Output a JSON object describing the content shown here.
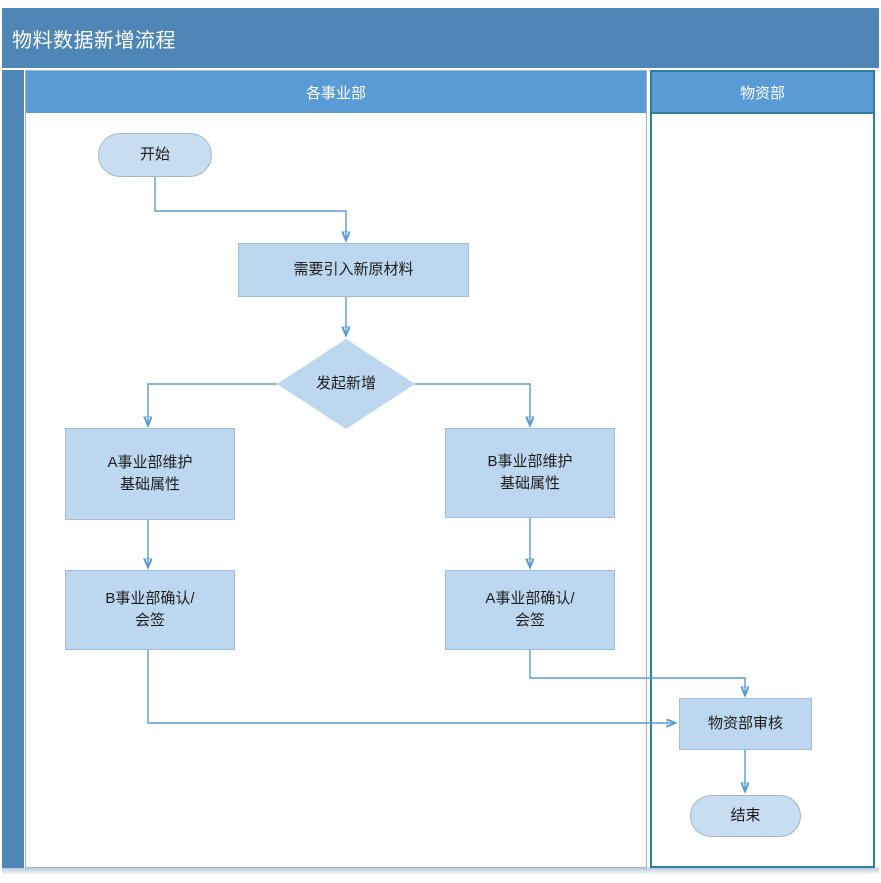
{
  "title": "物料数据新增流程",
  "lanes": [
    {
      "label": "各事业部"
    },
    {
      "label": "物资部"
    }
  ],
  "nodes": {
    "start": {
      "label": "开始",
      "type": "terminator"
    },
    "need": {
      "label": "需要引入新原材料",
      "type": "process"
    },
    "decision": {
      "label": "发起新增",
      "type": "decision"
    },
    "a_maintain": {
      "label": "A事业部维护\n基础属性",
      "type": "process"
    },
    "b_maintain": {
      "label": "B事业部维护\n基础属性",
      "type": "process"
    },
    "b_confirm": {
      "label": "B事业部确认/\n会签",
      "type": "process"
    },
    "a_confirm": {
      "label": "A事业部确认/\n会签",
      "type": "process"
    },
    "review": {
      "label": "物资部审核",
      "type": "process"
    },
    "end": {
      "label": "结束",
      "type": "terminator"
    }
  },
  "edges": [
    {
      "from": "start",
      "to": "need"
    },
    {
      "from": "need",
      "to": "decision"
    },
    {
      "from": "decision",
      "to": "a_maintain"
    },
    {
      "from": "decision",
      "to": "b_maintain"
    },
    {
      "from": "a_maintain",
      "to": "b_confirm"
    },
    {
      "from": "b_maintain",
      "to": "a_confirm"
    },
    {
      "from": "a_confirm",
      "to": "review"
    },
    {
      "from": "b_confirm",
      "to": "review"
    },
    {
      "from": "review",
      "to": "end"
    }
  ],
  "colors": {
    "pool_title_bg": "#4e87b5",
    "lane_header_bg": "#5b9bd5",
    "node_fill": "#bdd7ee",
    "terminator_fill": "#c9ddf0",
    "connector": "#5b9bd5",
    "lane1_border": "#9db7d6",
    "lane2_selected_border": "#2e7f99",
    "text": "#1c1c1c",
    "header_text": "#ffffff"
  }
}
